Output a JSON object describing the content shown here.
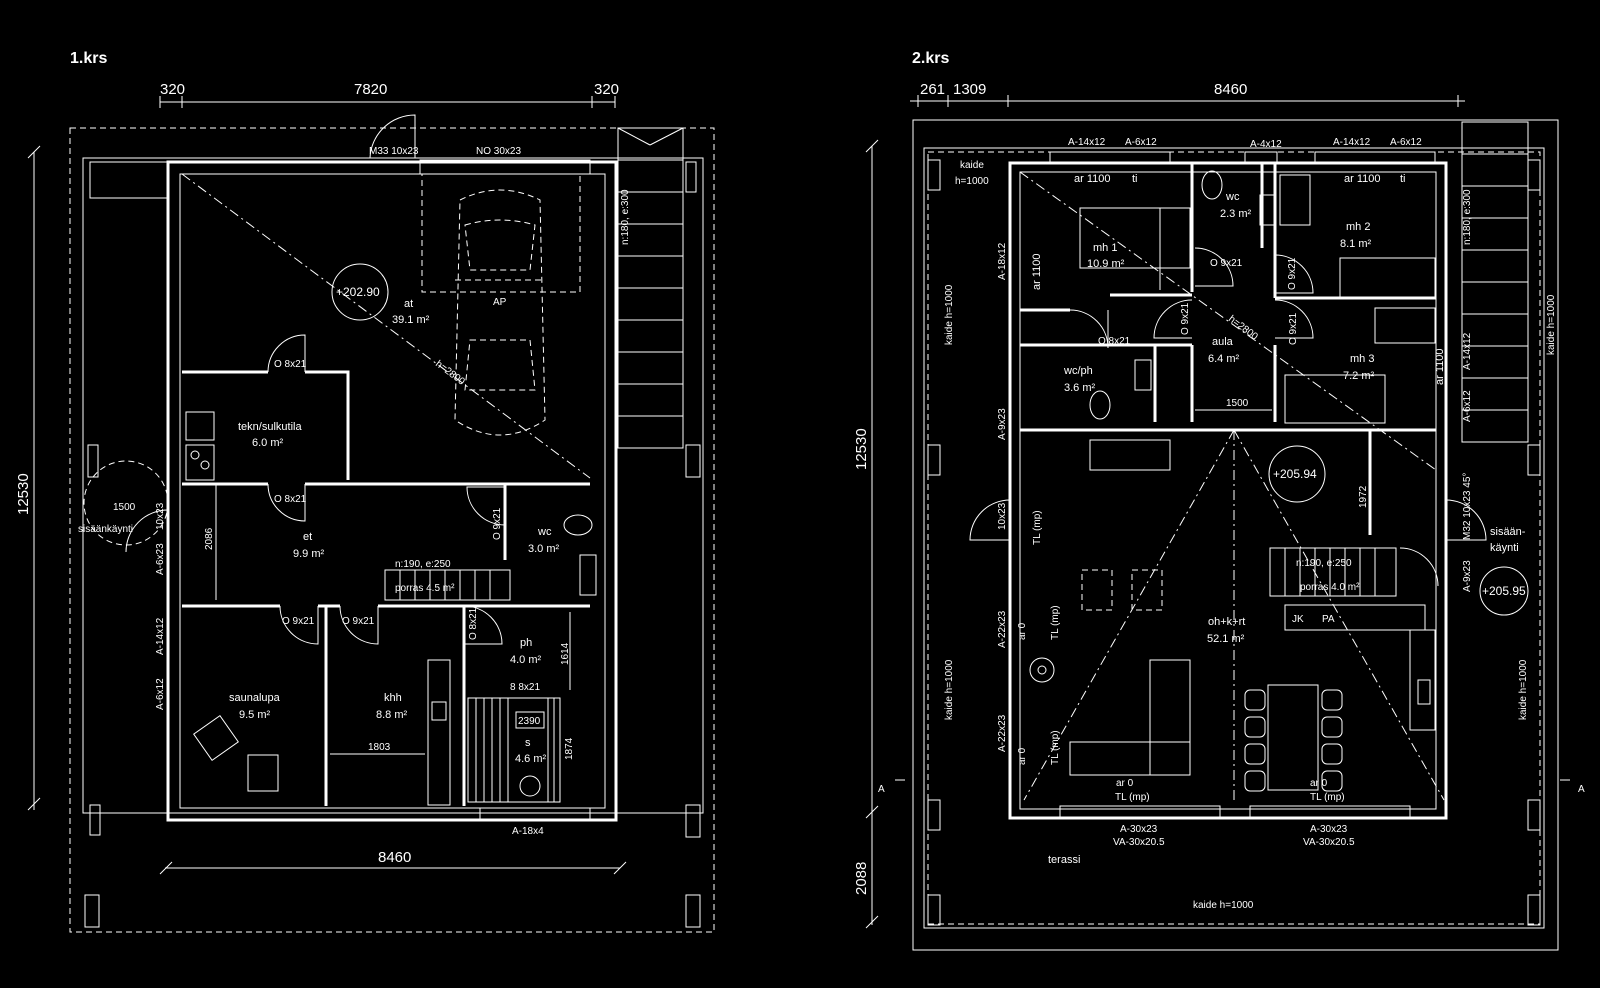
{
  "floor1": {
    "title": "1.krs",
    "dims": {
      "top_left": "320",
      "top_mid": "7820",
      "top_right": "320",
      "bottom": "8460",
      "left": "12530",
      "et_h": "2086",
      "sauna_w": "1803",
      "ph_h": "1614",
      "s_h": "1874",
      "entry_d": "1500"
    },
    "level": "+202.90",
    "garage_label": "AP",
    "ceiling_h": "h=2800",
    "stair_spec": "n:180, e:300",
    "window_m33": "M33 10x23",
    "window_no": "NO 30x23",
    "window_a14": "A-14x12",
    "window_a6": "A-6x12",
    "window_a6x23": "A-6x23",
    "window_10x23": "10x23",
    "window_a18": "A-18x4",
    "doors": {
      "d1": "O 8x21",
      "d2": "O 8x21",
      "d3": "O 9x21",
      "d4": "O 9x21",
      "d5": "O 9x21",
      "d6": "O 8x21",
      "d7": "8 8x21"
    },
    "rooms": {
      "at_name": "at",
      "at_area": "39.1 m²",
      "tekn_name": "tekn/sulkutila",
      "tekn_area": "6.0 m²",
      "et_name": "et",
      "et_area": "9.9 m²",
      "wc_name": "wc",
      "wc_area": "3.0 m²",
      "porras_spec": "n:190, e:250",
      "porras_area": "porras 4.5 m²",
      "sauna_name": "saunalupa",
      "sauna_area": "9.5 m²",
      "khh_name": "khh",
      "khh_area": "8.8 m²",
      "ph_name": "ph",
      "ph_area": "4.0 m²",
      "s_name": "s",
      "s_area": "4.6 m²",
      "s_num": "2390"
    },
    "entry_label": "sisäänkäynti"
  },
  "floor2": {
    "title": "2.krs",
    "dims": {
      "top_a": "261",
      "top_b": "1309",
      "top_c": "8460",
      "left": "12530",
      "left_b": "2088",
      "aula_w": "1500",
      "oh_h": "1972"
    },
    "level1": "+205.94",
    "level2": "+205.95",
    "ceiling_h": "h=2800",
    "stair_spec": "n:180, e:300",
    "kaide_top": "kaide",
    "kaide_top_h": "h=1000",
    "kaide_left1": "kaide h=1000",
    "kaide_left2": "kaide h=1000",
    "kaide_right1": "kaide h=1000",
    "kaide_right2": "kaide h=1000",
    "kaide_bottom": "kaide h=1000",
    "terrace": "terassi",
    "entry_label1": "sisään-",
    "entry_label2": "käynti",
    "sec_a1": "A",
    "sec_a2": "A",
    "windows": {
      "w1": "A-14x12",
      "w2": "A-6x12",
      "w3": "A-4x12",
      "w4": "A-14x12",
      "w5": "A-6x12",
      "w6": "A-18x12",
      "w7": "A-9x23",
      "w8": "10x23",
      "w9": "A-22x23",
      "w10": "A-22x23",
      "w11": "A-14x12",
      "w12": "A-6x12",
      "w13": "M32 10x23 45°",
      "w14": "A-9x23",
      "w15": "A-30x23",
      "w15b": "VA-30x20.5",
      "w16": "A-30x23",
      "w16b": "VA-30x20.5"
    },
    "doors": {
      "d1": "O 9x21",
      "d2": "O 9x21",
      "d3": "O 9x21",
      "d4": "O 8x21",
      "d5": "O 9x21"
    },
    "rooms": {
      "mh1_name": "mh 1",
      "mh1_area": "10.9 m²",
      "wc_name": "wc",
      "wc_area": "2.3 m²",
      "mh2_name": "mh 2",
      "mh2_area": "8.1 m²",
      "aula_name": "aula",
      "aula_area": "6.4 m²",
      "wcph_name": "wc/ph",
      "wcph_area": "3.6 m²",
      "mh3_name": "mh 3",
      "mh3_area": "7.2 m²",
      "oh_name": "oh+k+rt",
      "oh_area": "52.1 m²",
      "porras_spec": "n:190, e:250",
      "porras_area": "porras 4.0 m²"
    },
    "labels": {
      "ar1100_a": "ar 1100",
      "ti_a": "ti",
      "ar1100_b": "ar 1100",
      "ti_b": "ti",
      "ar1100_c": "ar 1100",
      "ar1100_d": "ar 1100",
      "tl1": "TL (mp)",
      "tl2": "TL (mp)",
      "tl3": "TL (mp)",
      "tl4": "TL (mp)",
      "tl5": "TL (mp)",
      "ar0_a": "ar 0",
      "ar0_b": "ar 0",
      "ar0_c": "ar 0",
      "ar0_d": "ar 0",
      "jk": "JK",
      "pa": "PA"
    }
  }
}
